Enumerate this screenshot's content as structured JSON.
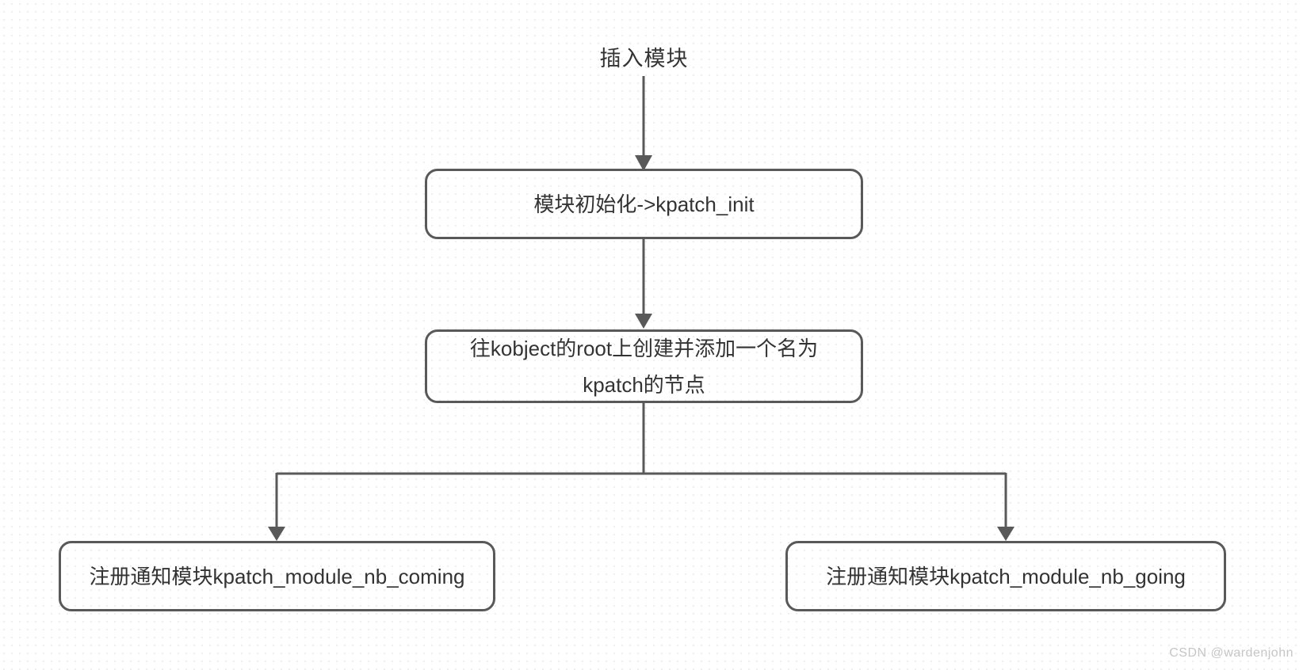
{
  "flowchart": {
    "start_label": "插入模块",
    "nodes": {
      "init": {
        "id": "init",
        "label": "模块初始化->kpatch_init"
      },
      "kobject": {
        "id": "kobject",
        "label": "往kobject的root上创建并添加一个名为\nkpatch的节点"
      },
      "nb_coming": {
        "id": "nb_coming",
        "label": "注册通知模块kpatch_module_nb_coming"
      },
      "nb_going": {
        "id": "nb_going",
        "label": "注册通知模块kpatch_module_nb_going"
      }
    },
    "edges": [
      {
        "from": "start",
        "to": "init"
      },
      {
        "from": "init",
        "to": "kobject"
      },
      {
        "from": "kobject",
        "to": "nb_coming"
      },
      {
        "from": "kobject",
        "to": "nb_going"
      }
    ],
    "colors": {
      "line": "#595959",
      "node_border": "#595959",
      "node_text": "#333333",
      "background": "#ffffff",
      "grid_dot": "#efefef",
      "watermark_text": "#c6c6c6"
    }
  },
  "watermark": {
    "text": "CSDN @wardenjohn"
  }
}
